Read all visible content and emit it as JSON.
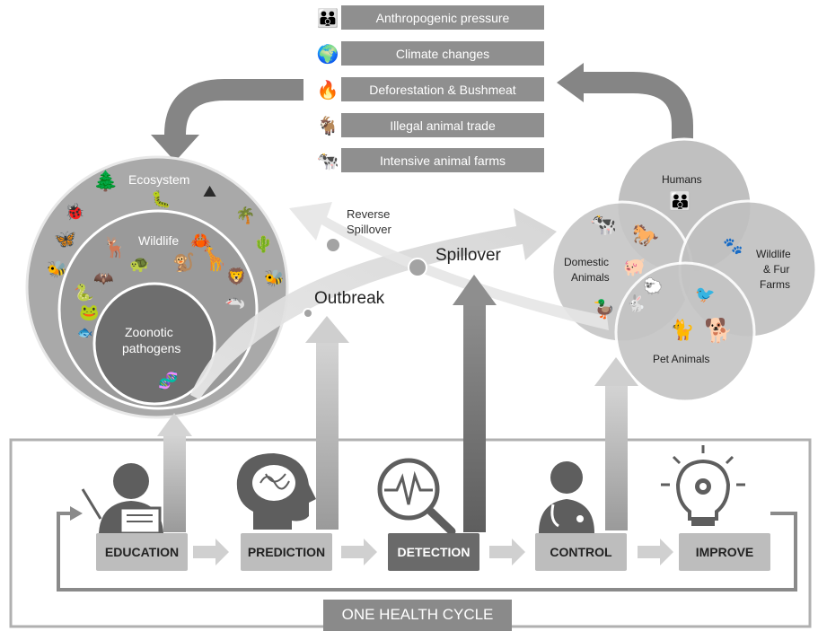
{
  "factors": [
    {
      "label": "Anthropogenic pressure",
      "icon": "people-icon",
      "glyph": "👪"
    },
    {
      "label": "Climate changes",
      "icon": "globe-icon",
      "glyph": "🌍"
    },
    {
      "label": "Deforestation & Bushmeat",
      "icon": "fire-icon",
      "glyph": "🔥"
    },
    {
      "label": "Illegal animal trade",
      "icon": "animal-icon",
      "glyph": "🐐"
    },
    {
      "label": "Intensive animal farms",
      "icon": "farm-icon",
      "glyph": "🐄"
    }
  ],
  "ecosystem": {
    "outer_label": "Ecosystem",
    "middle_label": "Wildlife",
    "inner_label_line1": "Zoonotic",
    "inner_label_line2": "pathogens"
  },
  "flow": {
    "reverse_line1": "Reverse",
    "reverse_line2": "Spillover",
    "spillover": "Spillover",
    "outbreak": "Outbreak"
  },
  "venn": {
    "humans": "Humans",
    "domestic_line1": "Domestic",
    "domestic_line2": "Animals",
    "wildlife_line1": "Wildlife",
    "wildlife_line2": "& Fur",
    "wildlife_line3": "Farms",
    "pet": "Pet Animals"
  },
  "cycle": {
    "title": "ONE HEALTH CYCLE",
    "steps": [
      {
        "label": "EDUCATION"
      },
      {
        "label": "PREDICTION"
      },
      {
        "label": "DETECTION"
      },
      {
        "label": "CONTROL"
      },
      {
        "label": "IMPROVE"
      }
    ]
  },
  "colors": {
    "bar": "#8f8f8f",
    "circle_outer": "#a9a9a9",
    "circle_middle": "#989898",
    "circle_inner": "#6e6e6e",
    "step_light": "#bdbdbd",
    "step_dark": "#6a6a6a"
  }
}
